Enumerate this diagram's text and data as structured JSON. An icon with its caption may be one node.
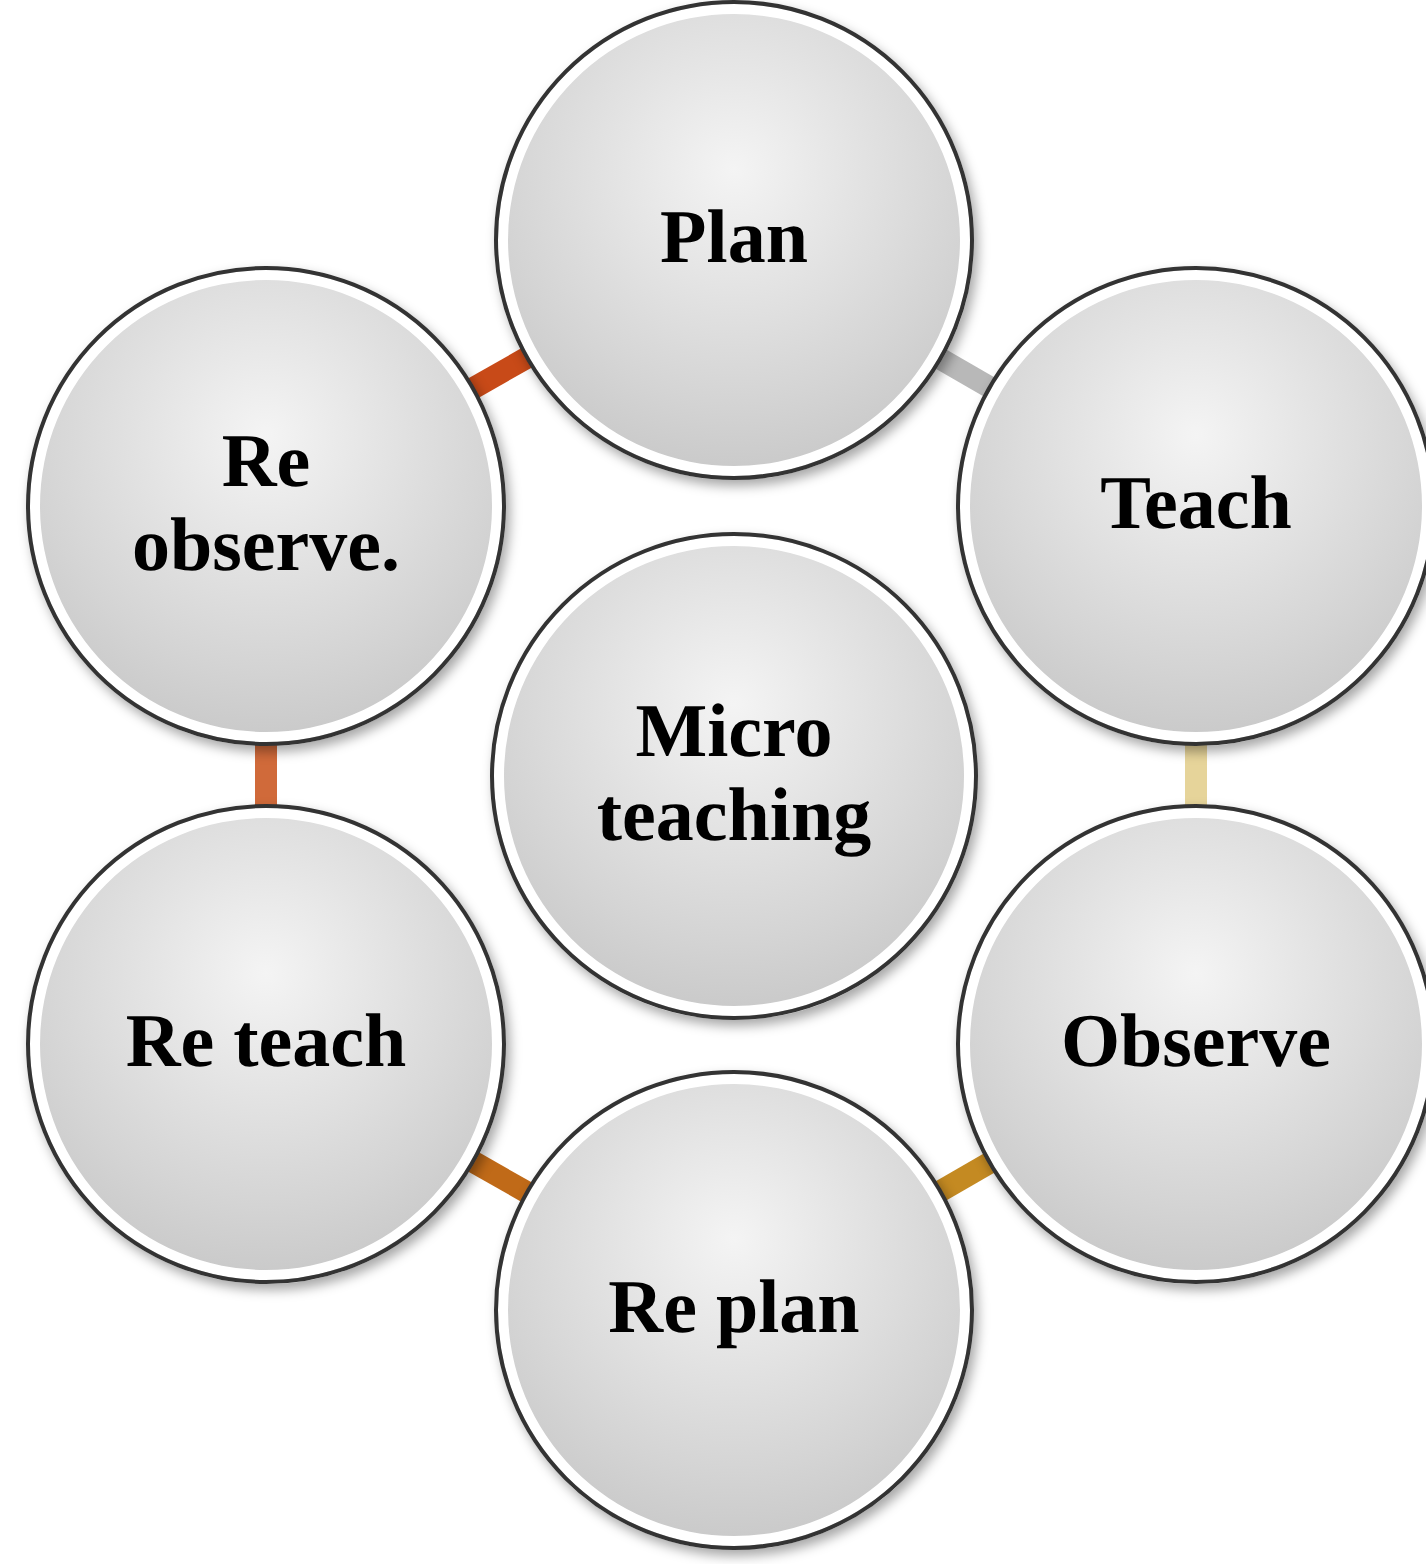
{
  "diagram": {
    "nodes": [
      {
        "text": [
          "Micro teaching"
        ]
      },
      {
        "text": [
          "Plan"
        ]
      },
      {
        "text": [
          "Teach"
        ]
      },
      {
        "text": [
          "Observe"
        ]
      },
      {
        "text": [
          "Re plan"
        ]
      },
      {
        "text": [
          "Re teach"
        ]
      },
      {
        "text": [
          "Re observe."
        ]
      }
    ],
    "edges": [
      {
        "from": 1,
        "to": 2,
        "arrow": "none",
        "color": "#b8b8b8"
      },
      {
        "from": 2,
        "to": 3,
        "arrow": "none",
        "color": "#e6d49a"
      },
      {
        "from": 3,
        "to": 4,
        "arrow": "none",
        "color": "#c48a22"
      },
      {
        "from": 4,
        "to": 5,
        "arrow": "none",
        "color": "#c06a18"
      },
      {
        "from": 5,
        "to": 6,
        "arrow": "none",
        "color": "#d06a3a"
      },
      {
        "from": 6,
        "to": 1,
        "arrow": "none",
        "color": "#c84a18"
      }
    ]
  }
}
